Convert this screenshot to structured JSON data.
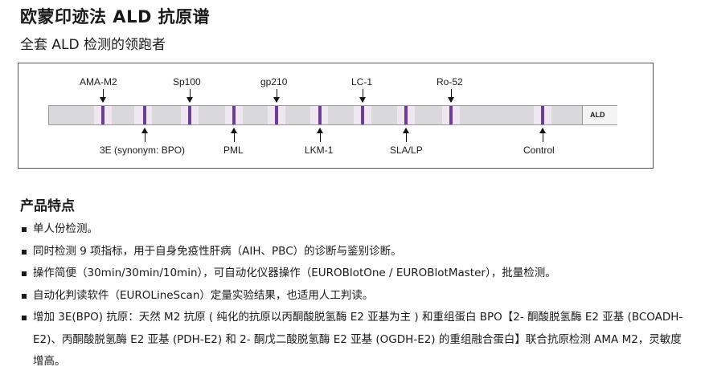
{
  "header": {
    "title": "欧蒙印迹法 ALD 抗原谱",
    "subtitle": "全套 ALD 检测的领跑者"
  },
  "strip": {
    "cap_label": "ALD",
    "band_color": "#6b3f8f",
    "top_antigens": [
      "AMA-M2",
      "Sp100",
      "gp210",
      "LC-1",
      "Ro-52"
    ],
    "bottom_antigens": [
      "3E (synonym: BPO)",
      "PML",
      "LKM-1",
      "SLA/LP",
      "Control"
    ]
  },
  "features": {
    "heading": "产品特点",
    "items": [
      "单人份检测。",
      "同时检测 9 项指标，用于自身免疫性肝病（AIH、PBC）的诊断与鉴别诊断。",
      "操作简便（30min/30min/10min），可自动化仪器操作（EUROBlotOne / EUROBlotMaster），批量检测。",
      "自动化判读软件（EUROLineScan）定量实验结果，也适用人工判读。",
      "增加 3E(BPO) 抗原：天然 M2 抗原 ( 纯化的抗原以丙酮酸脱氢酶 E2 亚基为主 ) 和重组蛋白 BPO【2- 酮酸脱氢酶 E2 亚基 (BCOADH-E2)、丙酮酸脱氢酶 E2 亚基 (PDH-E2) 和 2- 酮戊二酸脱氢酶 E2 亚基 (OGDH-E2) 的重组融合蛋白】联合抗原检测 AMA M2，灵敏度增高。"
    ]
  }
}
